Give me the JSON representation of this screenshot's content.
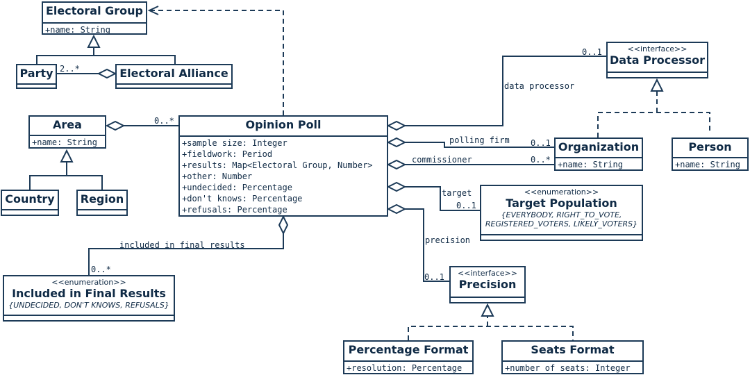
{
  "diagram": {
    "classes": {
      "electoral_group": {
        "name": "Electoral Group",
        "attributes": [
          "+name: String"
        ]
      },
      "party": {
        "name": "Party"
      },
      "electoral_alliance": {
        "name": "Electoral Alliance"
      },
      "area": {
        "name": "Area",
        "attributes": [
          "+name: String"
        ]
      },
      "country": {
        "name": "Country"
      },
      "region": {
        "name": "Region"
      },
      "opinion_poll": {
        "name": "Opinion Poll",
        "attributes": [
          "+sample size: Integer",
          "+fieldwork: Period",
          "+results: Map<Electoral Group, Number>",
          "+other: Number",
          "+undecided: Percentage",
          "+don't knows: Percentage",
          "+refusals: Percentage"
        ]
      },
      "data_processor": {
        "stereotype": "<<interface>>",
        "name": "Data Processor"
      },
      "organization": {
        "name": "Organization",
        "attributes": [
          "+name: String"
        ]
      },
      "person": {
        "name": "Person",
        "attributes": [
          "+name: String"
        ]
      },
      "target_population": {
        "stereotype": "<<enumeration>>",
        "name": "Target Population",
        "literals": [
          "{EVERYBODY, RIGHT_TO_VOTE,",
          "REGISTERED_VOTERS, LIKELY_VOTERS}"
        ]
      },
      "precision": {
        "stereotype": "<<interface>>",
        "name": "Precision"
      },
      "percentage_format": {
        "name": "Percentage Format",
        "attributes": [
          "+resolution: Percentage"
        ]
      },
      "seats_format": {
        "name": "Seats Format",
        "attributes": [
          "+number of seats: Integer"
        ]
      },
      "included_final_results": {
        "stereotype": "<<enumeration>>",
        "name": "Included in Final Results",
        "literals": [
          "{UNDECIDED, DON'T KNOWS, REFUSALS}"
        ]
      }
    },
    "labels": {
      "party_mult": "2..*",
      "area_mult": "0..*",
      "dp_mult": "0..1",
      "data_processor": "data processor",
      "polling_firm": "polling firm",
      "polling_firm_mult": "0..1",
      "commissioner": "commissioner",
      "commissioner_mult": "0..*",
      "target": "target",
      "target_mult": "0..1",
      "precision": "precision",
      "precision_mult": "0..1",
      "included": "included in final results",
      "included_mult": "0..*"
    }
  }
}
